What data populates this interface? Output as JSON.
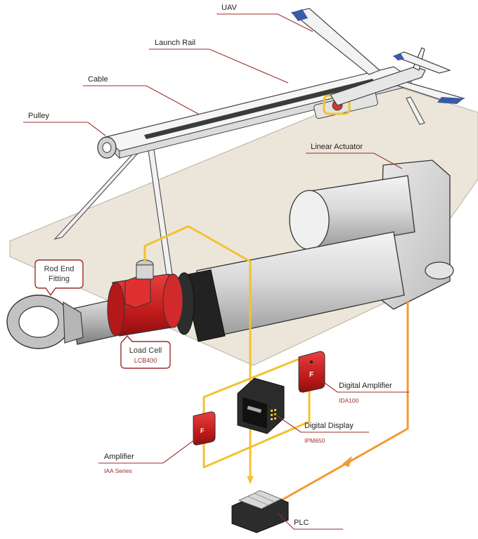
{
  "labels": {
    "uav": "UAV",
    "launch_rail": "Launch Rail",
    "cable": "Cable",
    "pulley": "Pulley",
    "linear_actuator": "Linear Actuator",
    "rod_end_line1": "Rod End",
    "rod_end_line2": "Fitting",
    "load_cell": "Load Cell",
    "load_cell_model": "LCB400",
    "digital_amplifier": "Digital Amplifier",
    "digital_amplifier_model": "IDA100",
    "digital_display": "Digital Display",
    "digital_display_model": "IPM650",
    "amplifier": "Amplifier",
    "amplifier_model": "IAA Series",
    "plc": "PLC"
  },
  "colors": {
    "accent_red": "#9b2d2d",
    "signal_yellow": "#f2c230",
    "signal_orange": "#f39a2e",
    "device_red": "#cc1f1f"
  }
}
